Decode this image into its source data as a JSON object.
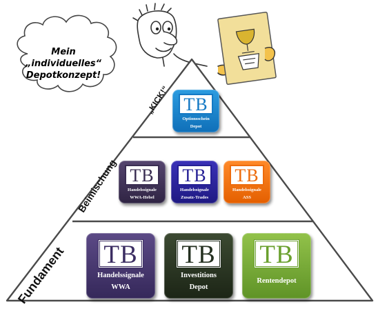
{
  "cloud": {
    "line1": "Mein",
    "line2": "„individuelles“",
    "line3": "Depotkonzept!"
  },
  "tiers": {
    "top": "„KICK!“",
    "middle": "Beimischung",
    "bottom": "Fundament"
  },
  "tiles": {
    "optionsschein": {
      "logo": "TB",
      "line1": "Optionsschein",
      "line2": "Depot"
    },
    "wwa_hebel": {
      "logo": "TB",
      "line1": "Handelssignale",
      "line2": "WWA-Hebel"
    },
    "zusatz_trades": {
      "logo": "TB",
      "line1": "Handelssignale",
      "line2": "Zusatz-Trades"
    },
    "ass": {
      "logo": "TB",
      "line1": "Handelssignale",
      "line2": "ASS"
    },
    "wwa": {
      "logo": "TB",
      "line1": "Handelssignale",
      "line2": "WWA"
    },
    "investitions": {
      "logo": "TB",
      "line1": "Investitions",
      "line2": "Depot"
    },
    "rentendepot": {
      "logo": "TB",
      "line1": "Rentendepot"
    }
  },
  "colors": {
    "optionsschein": "#1479c4",
    "wwa_hebel": "#3a2d52",
    "zusatz_trades": "#251f95",
    "ass": "#ed6b0c",
    "wwa": "#3b2d62",
    "investitions": "#243020",
    "rentendepot": "#6aa02e"
  }
}
